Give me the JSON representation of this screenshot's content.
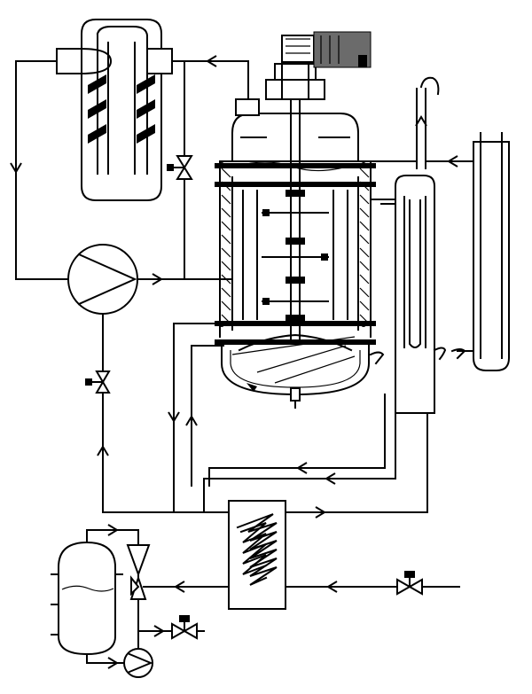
{
  "diagram": {
    "type": "process-flow-schematic",
    "colors": {
      "line": "#000000",
      "background": "#ffffff",
      "motor_fill": "#6b6b6b"
    },
    "components": [
      "condenser",
      "circulation-pump",
      "jacketed-reactor",
      "agitator-motor",
      "thermometer-pocket",
      "liquid-heat-exchanger",
      "coil-heat-exchanger",
      "storage-tank",
      "transfer-pump",
      "valves"
    ]
  }
}
